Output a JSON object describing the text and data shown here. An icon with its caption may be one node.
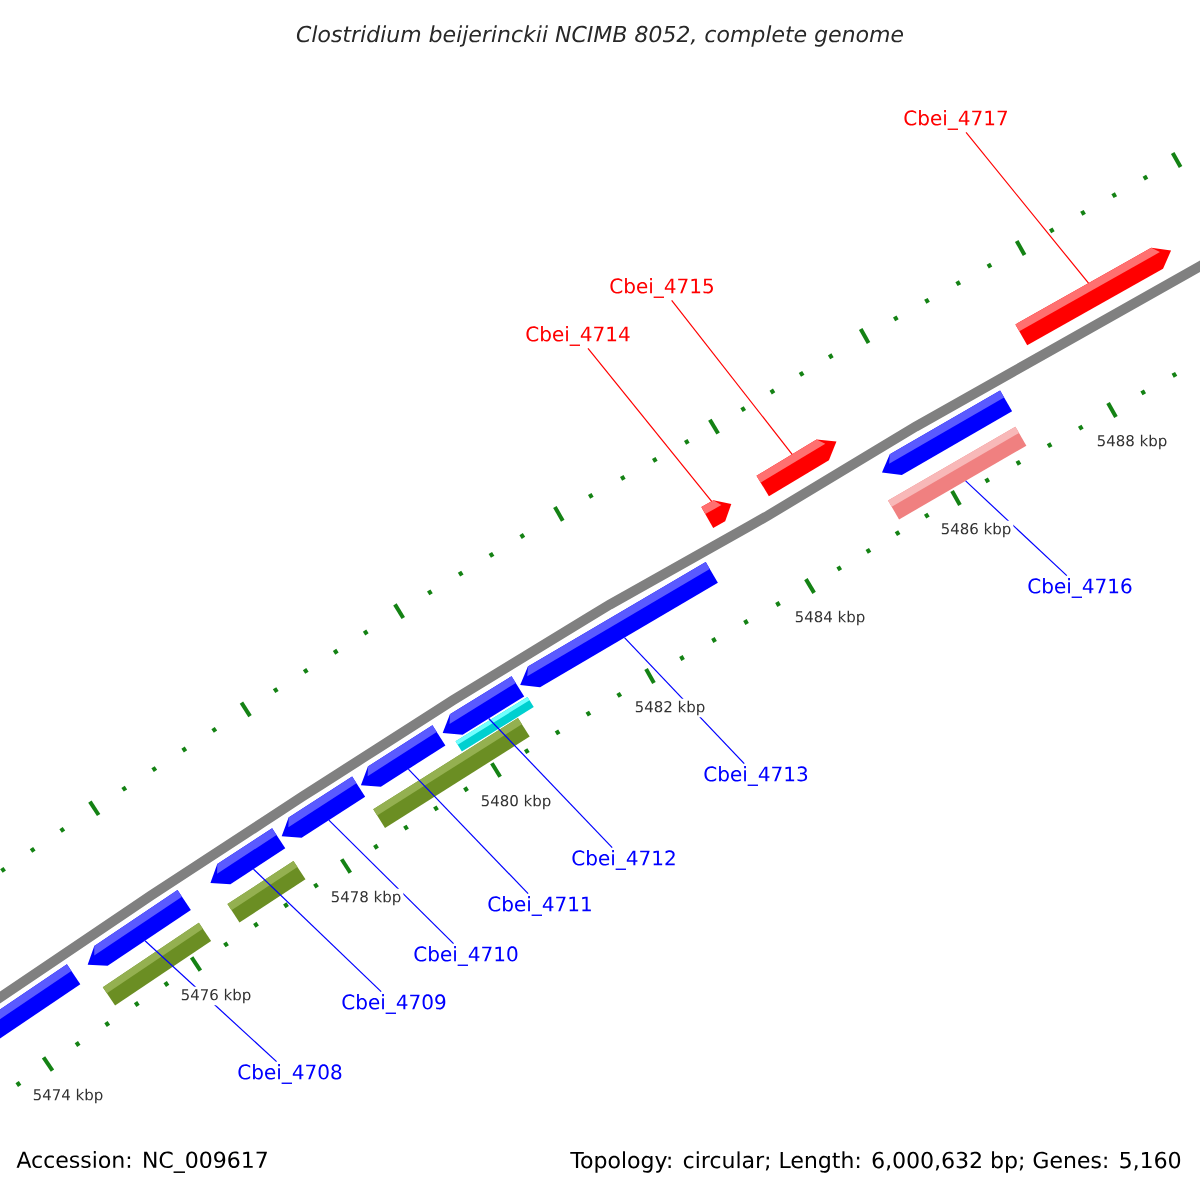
{
  "diagram": {
    "title": "Clostridium beijerinckii NCIMB 8052, complete genome",
    "nodes": [
      {
        "text": [
          "Cbei_4717"
        ]
      },
      {
        "text": [
          "Cbei_4715"
        ]
      },
      {
        "text": [
          "Cbei_4714"
        ]
      },
      {
        "text": [
          "Cbei_4716"
        ]
      },
      {
        "text": [
          "Cbei_4713"
        ]
      },
      {
        "text": [
          "Cbei_4712"
        ]
      },
      {
        "text": [
          "Cbei_4711"
        ]
      },
      {
        "text": [
          "Cbei_4710"
        ]
      },
      {
        "text": [
          "Cbei_4709"
        ]
      },
      {
        "text": [
          "Cbei_4708"
        ]
      },
      {
        "text": [],
        "shape": "arrow"
      },
      {
        "text": [],
        "shape": "arrow"
      },
      {
        "text": [],
        "shape": "arrow"
      },
      {
        "text": [],
        "shape": "arrow"
      },
      {
        "text": [],
        "shape": "bar"
      },
      {
        "text": [],
        "shape": "arrow"
      },
      {
        "text": [],
        "shape": "arrow"
      },
      {
        "text": [],
        "shape": "arrow"
      },
      {
        "text": [],
        "shape": "arrow"
      },
      {
        "text": [],
        "shape": "arrow"
      },
      {
        "text": [],
        "shape": "arrow"
      },
      {
        "text": [],
        "shape": "arrow"
      },
      {
        "text": [],
        "shape": "bar"
      },
      {
        "text": [],
        "shape": "bar"
      },
      {
        "text": [],
        "shape": "bar"
      },
      {
        "text": [],
        "shape": "bar"
      }
    ],
    "edges": [
      {
        "from": 0,
        "to": 10,
        "arrow": "none",
        "color": "#ff0000"
      },
      {
        "from": 1,
        "to": 11,
        "arrow": "none",
        "color": "#ff0000"
      },
      {
        "from": 2,
        "to": 12,
        "arrow": "none",
        "color": "#ff0000"
      },
      {
        "from": 3,
        "to": 14,
        "arrow": "none"
      },
      {
        "from": 4,
        "to": 21,
        "arrow": "none"
      },
      {
        "from": 5,
        "to": 20,
        "arrow": "none"
      },
      {
        "from": 6,
        "to": 19,
        "arrow": "none"
      },
      {
        "from": 7,
        "to": 18,
        "arrow": "none"
      },
      {
        "from": 8,
        "to": 17,
        "arrow": "none"
      },
      {
        "from": 9,
        "to": 16,
        "arrow": "none"
      }
    ],
    "labels": [
      "5474 kbp",
      "5476 kbp",
      "5478 kbp",
      "5480 kbp",
      "5482 kbp",
      "5484 kbp",
      "5486 kbp",
      "5488 kbp",
      "Accession: NC_009617",
      "Topology: circular; Length: 6,000,632 bp; Genes: 5,160"
    ]
  }
}
